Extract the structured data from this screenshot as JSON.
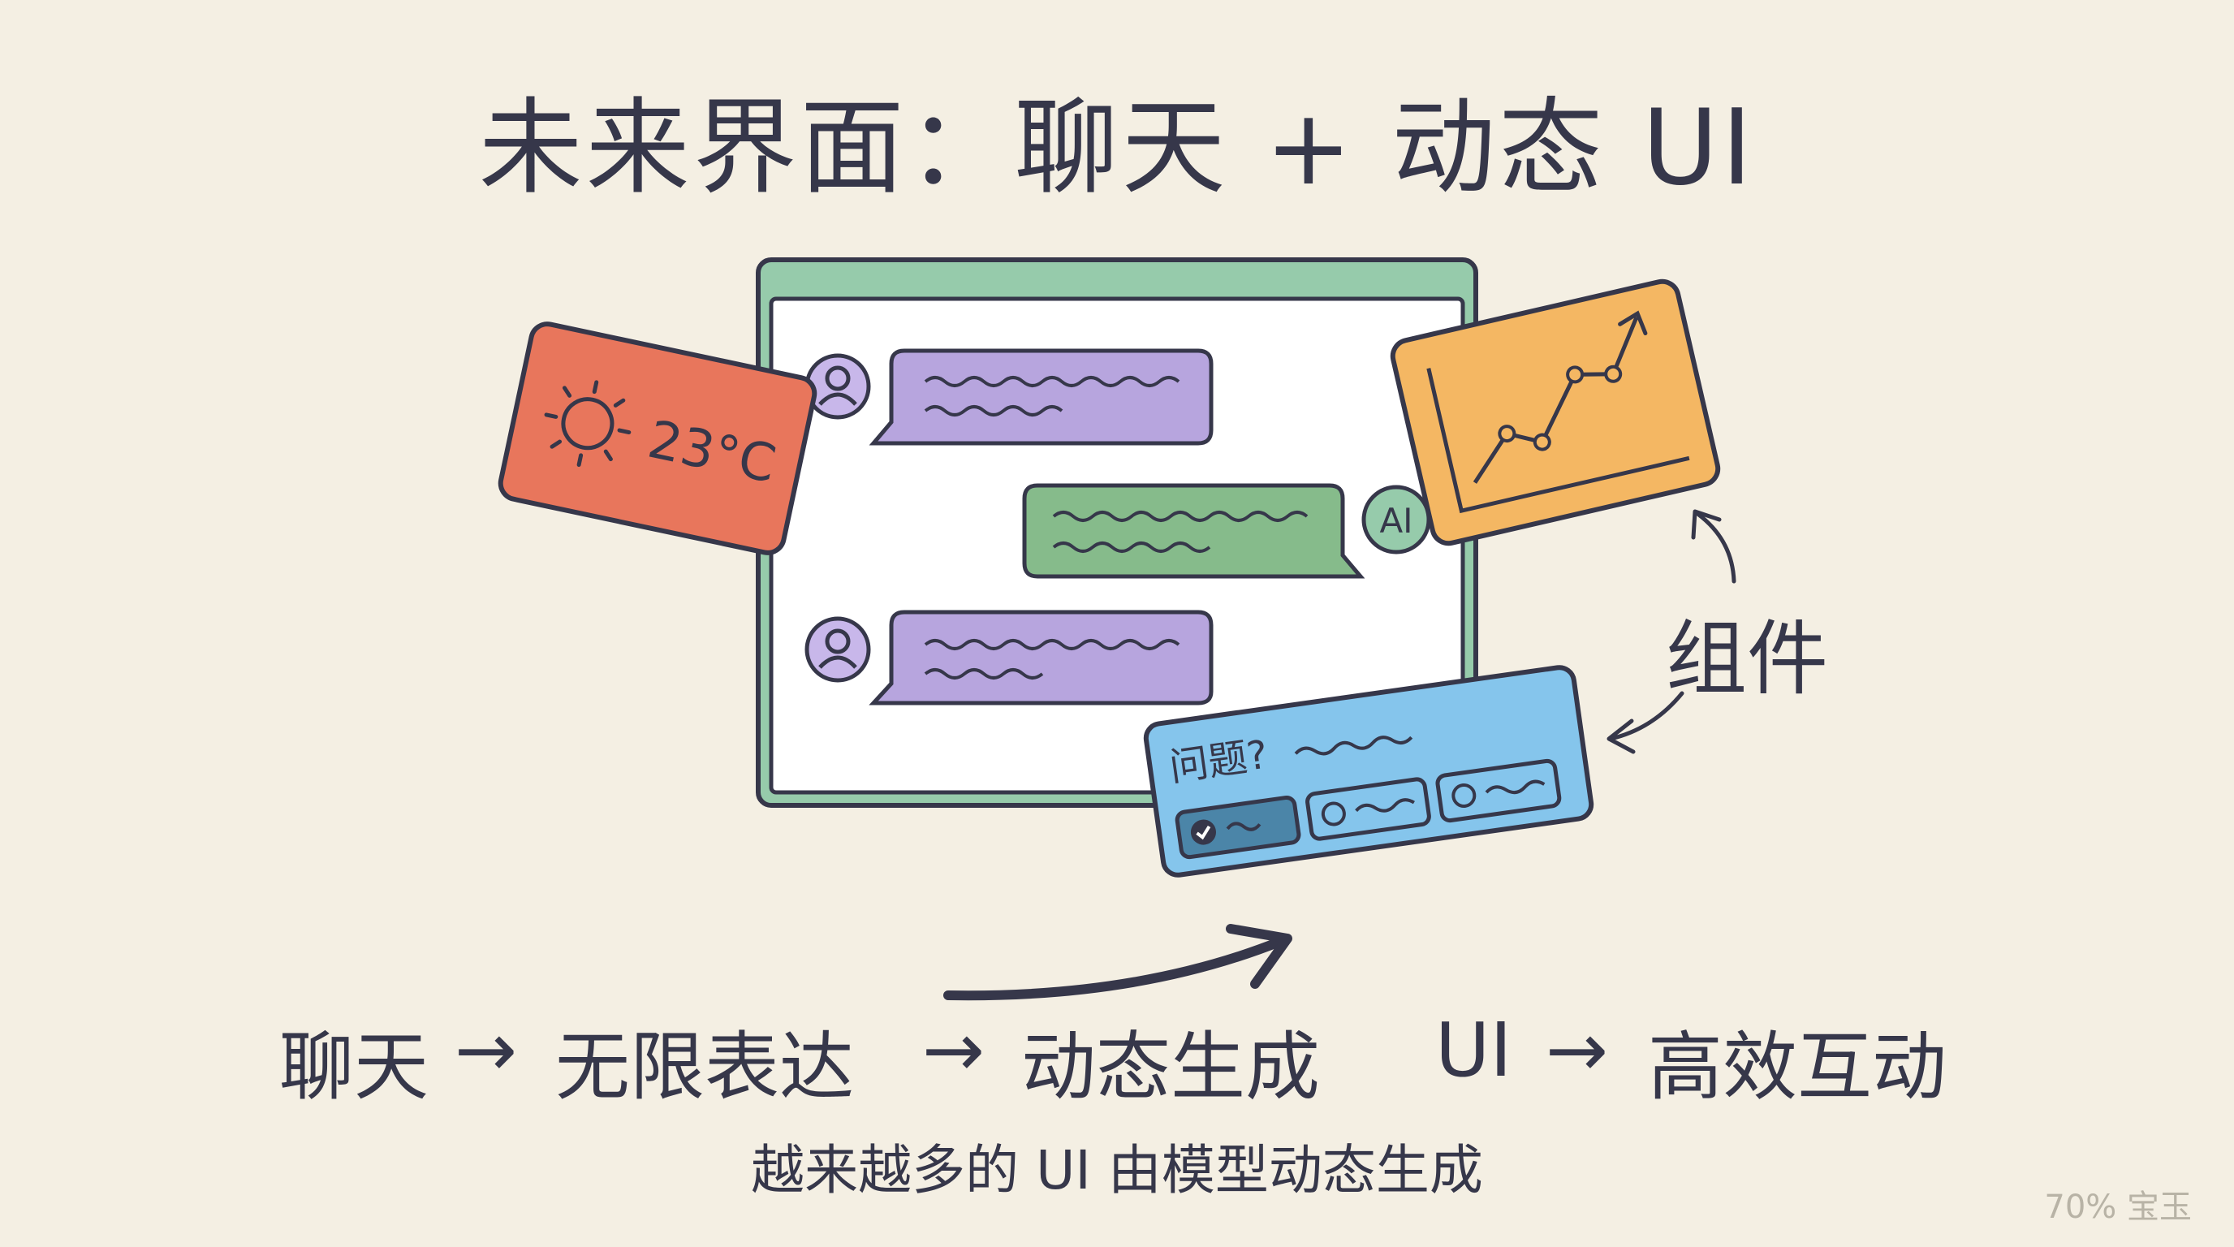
{
  "title": "未来界面：聊天 + 动态 UI",
  "weather": {
    "temperature": "23°C",
    "icon": "sun-icon"
  },
  "chat": {
    "ai_label": "AI",
    "user_icon": "user-icon"
  },
  "chart_card": {
    "icon": "line-chart-icon"
  },
  "question_card": {
    "question": "问题?"
  },
  "components_label": "组件",
  "flow": {
    "step1": "聊天",
    "step2": "无限表达",
    "step3": "动态生成",
    "step4_prefix": "UI",
    "step4": "高效互动"
  },
  "subtitle": "越来越多的 UI 由模型动态生成",
  "watermark": "70% 宝玉",
  "colors": {
    "background": "#f4efe3",
    "outline": "#36374a",
    "chat_window_frame": "#96cbab",
    "user_bubble": "#b7a5de",
    "ai_bubble": "#86bb8b",
    "weather_card": "#e8765c",
    "chart_card": "#f4b763",
    "question_card": "#85c5ec"
  }
}
